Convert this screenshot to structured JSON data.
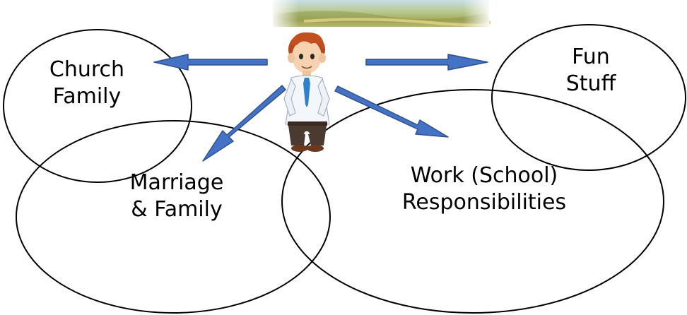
{
  "circles": {
    "church": {
      "line1": "Church",
      "line2": "Family"
    },
    "fun": {
      "line1": "Fun",
      "line2": "Stuff"
    },
    "marriage": {
      "line1": "Marriage",
      "line2": "& Family"
    },
    "work": {
      "line1": "Work (School)",
      "line2": "Responsibilities"
    }
  },
  "colors": {
    "arrow_fill": "#4472C4",
    "arrow_stroke": "#2F528F",
    "outline": "#000000",
    "banner_sky": "#cfe3e8",
    "banner_grass": "#9aa85a",
    "banner_field": "#d8c870"
  },
  "figure": {
    "icon": "standing-man-figure"
  }
}
